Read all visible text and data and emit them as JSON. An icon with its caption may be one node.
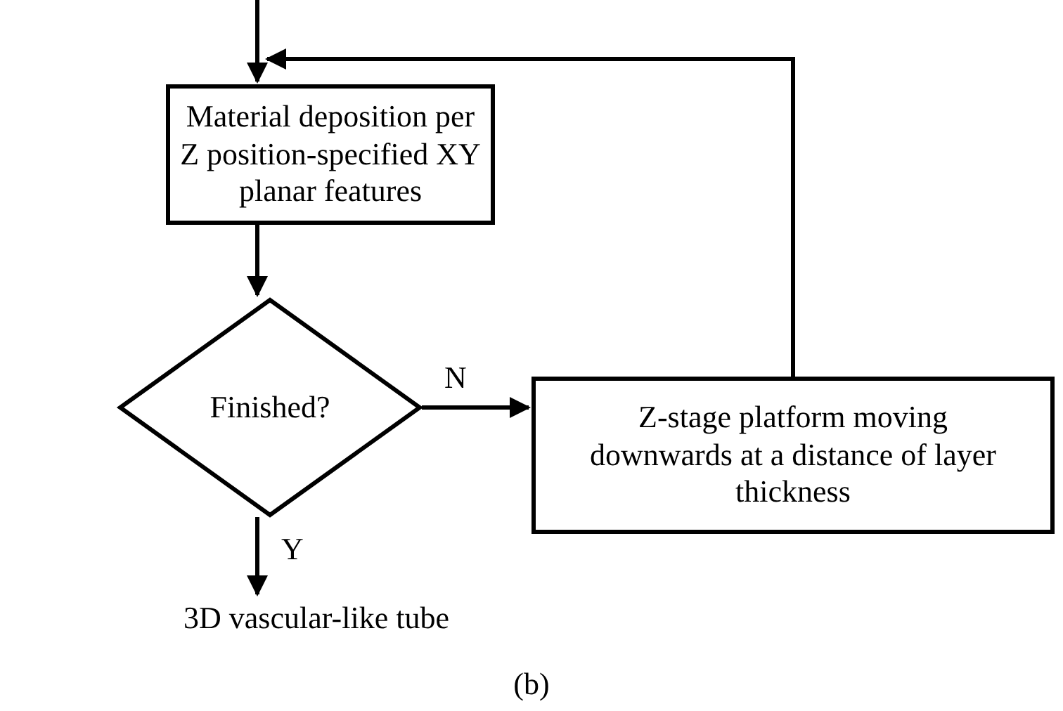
{
  "diagram": {
    "caption": "(b)",
    "nodes": [
      {
        "text": [
          "Material deposition per Z position-specified XY planar features"
        ]
      },
      {
        "text": [
          "Finished?"
        ]
      },
      {
        "text": [
          "Z-stage platform moving downwards at a distance of layer thickness"
        ]
      },
      {
        "text": [
          "3D vascular-like tube"
        ]
      }
    ],
    "edges": [
      {
        "from": null,
        "to": 0,
        "arrow": "to"
      },
      {
        "from": 0,
        "to": 1,
        "arrow": "to"
      },
      {
        "from": 1,
        "to": 2,
        "arrow": "to",
        "label": "N"
      },
      {
        "from": 1,
        "to": 3,
        "arrow": "to",
        "label": "Y"
      },
      {
        "from": 2,
        "to": 0,
        "arrow": "to"
      }
    ]
  }
}
